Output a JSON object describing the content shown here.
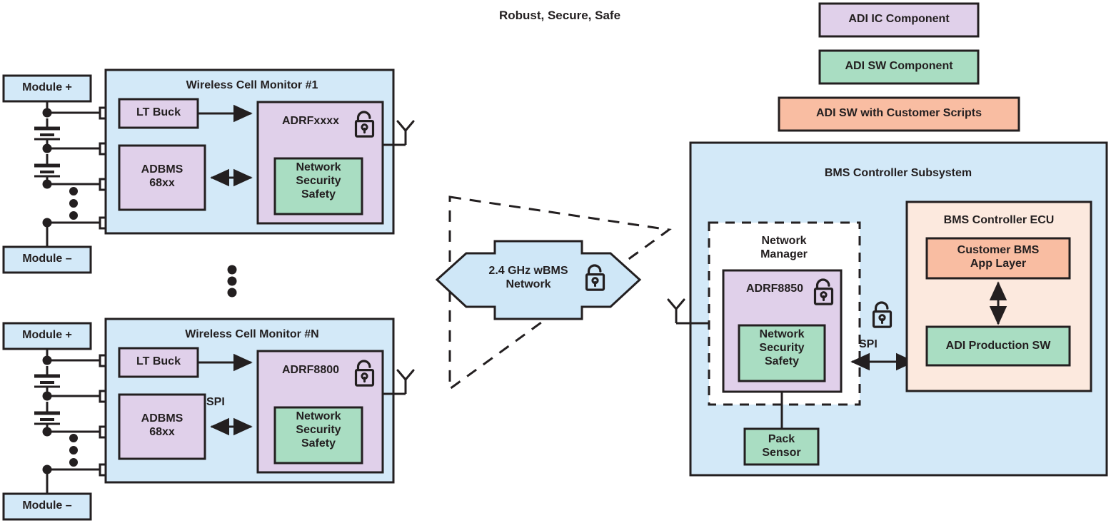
{
  "title": "Robust, Secure, Safe",
  "legend": {
    "items": [
      {
        "label": "ADI IC Component",
        "color": "#e0d0ea",
        "icon": "legend-swatch-ic"
      },
      {
        "label": "ADI SW Component",
        "color": "#a9ddc2",
        "icon": "legend-swatch-sw"
      },
      {
        "label": "ADI SW with Customer Scripts",
        "color": "#f9bda2",
        "icon": "legend-swatch-scripts"
      }
    ]
  },
  "colors": {
    "ic_purple": "#e0d0ea",
    "sw_green": "#a9ddc2",
    "scripts_salmon": "#f9bda2",
    "panel_blue": "#d3e9f8",
    "ecu_peach": "#fce9de",
    "stroke": "#231f20",
    "arrow_fill": "#cfe7f7",
    "white": "#ffffff"
  },
  "battery_left": {
    "module_plus": "Module +",
    "module_minus": "Module –",
    "cell_count_hint": "⋮"
  },
  "cell_monitor_1": {
    "title": "Wireless Cell Monitor #1",
    "buck": "LT Buck",
    "adbms": "ADBMS\n68xx",
    "adbms_line1": "ADBMS",
    "adbms_line2": "68xx",
    "rf": "ADRFxxxx",
    "lock": "unlocked-padlock",
    "nss_line1": "Network",
    "nss_line2": "Security",
    "nss_line3": "Safety",
    "spi_label": "",
    "antenna": "antenna-icon"
  },
  "cell_monitor_n": {
    "title": "Wireless Cell Monitor #N",
    "buck": "LT Buck",
    "adbms_line1": "ADBMS",
    "adbms_line2": "68xx",
    "rf": "ADRF8800",
    "lock": "unlocked-padlock",
    "nss_line1": "Network",
    "nss_line2": "Security",
    "nss_line3": "Safety",
    "spi_label": "SPI",
    "antenna": "antenna-icon"
  },
  "between_monitors": {
    "ellipsis": "⋮"
  },
  "wireless_link": {
    "line1": "2.4 GHz wBMS",
    "line2": "Network",
    "lock": "unlocked-padlock"
  },
  "bms_subsystem": {
    "title": "BMS Controller Subsystem",
    "antenna": "antenna-icon",
    "network_manager": {
      "title_line1": "Network",
      "title_line2": "Manager",
      "chip": "ADRF8850",
      "lock": "unlocked-padlock",
      "nss_line1": "Network",
      "nss_line2": "Security",
      "nss_line3": "Safety"
    },
    "pack_sensor_line1": "Pack",
    "pack_sensor_line2": "Sensor",
    "spi_label": "SPI",
    "spi_lock": "unlocked-padlock",
    "ecu": {
      "title": "BMS Controller ECU",
      "app_line1": "Customer BMS",
      "app_line2": "App Layer",
      "prod_sw": "ADI Production SW"
    }
  }
}
